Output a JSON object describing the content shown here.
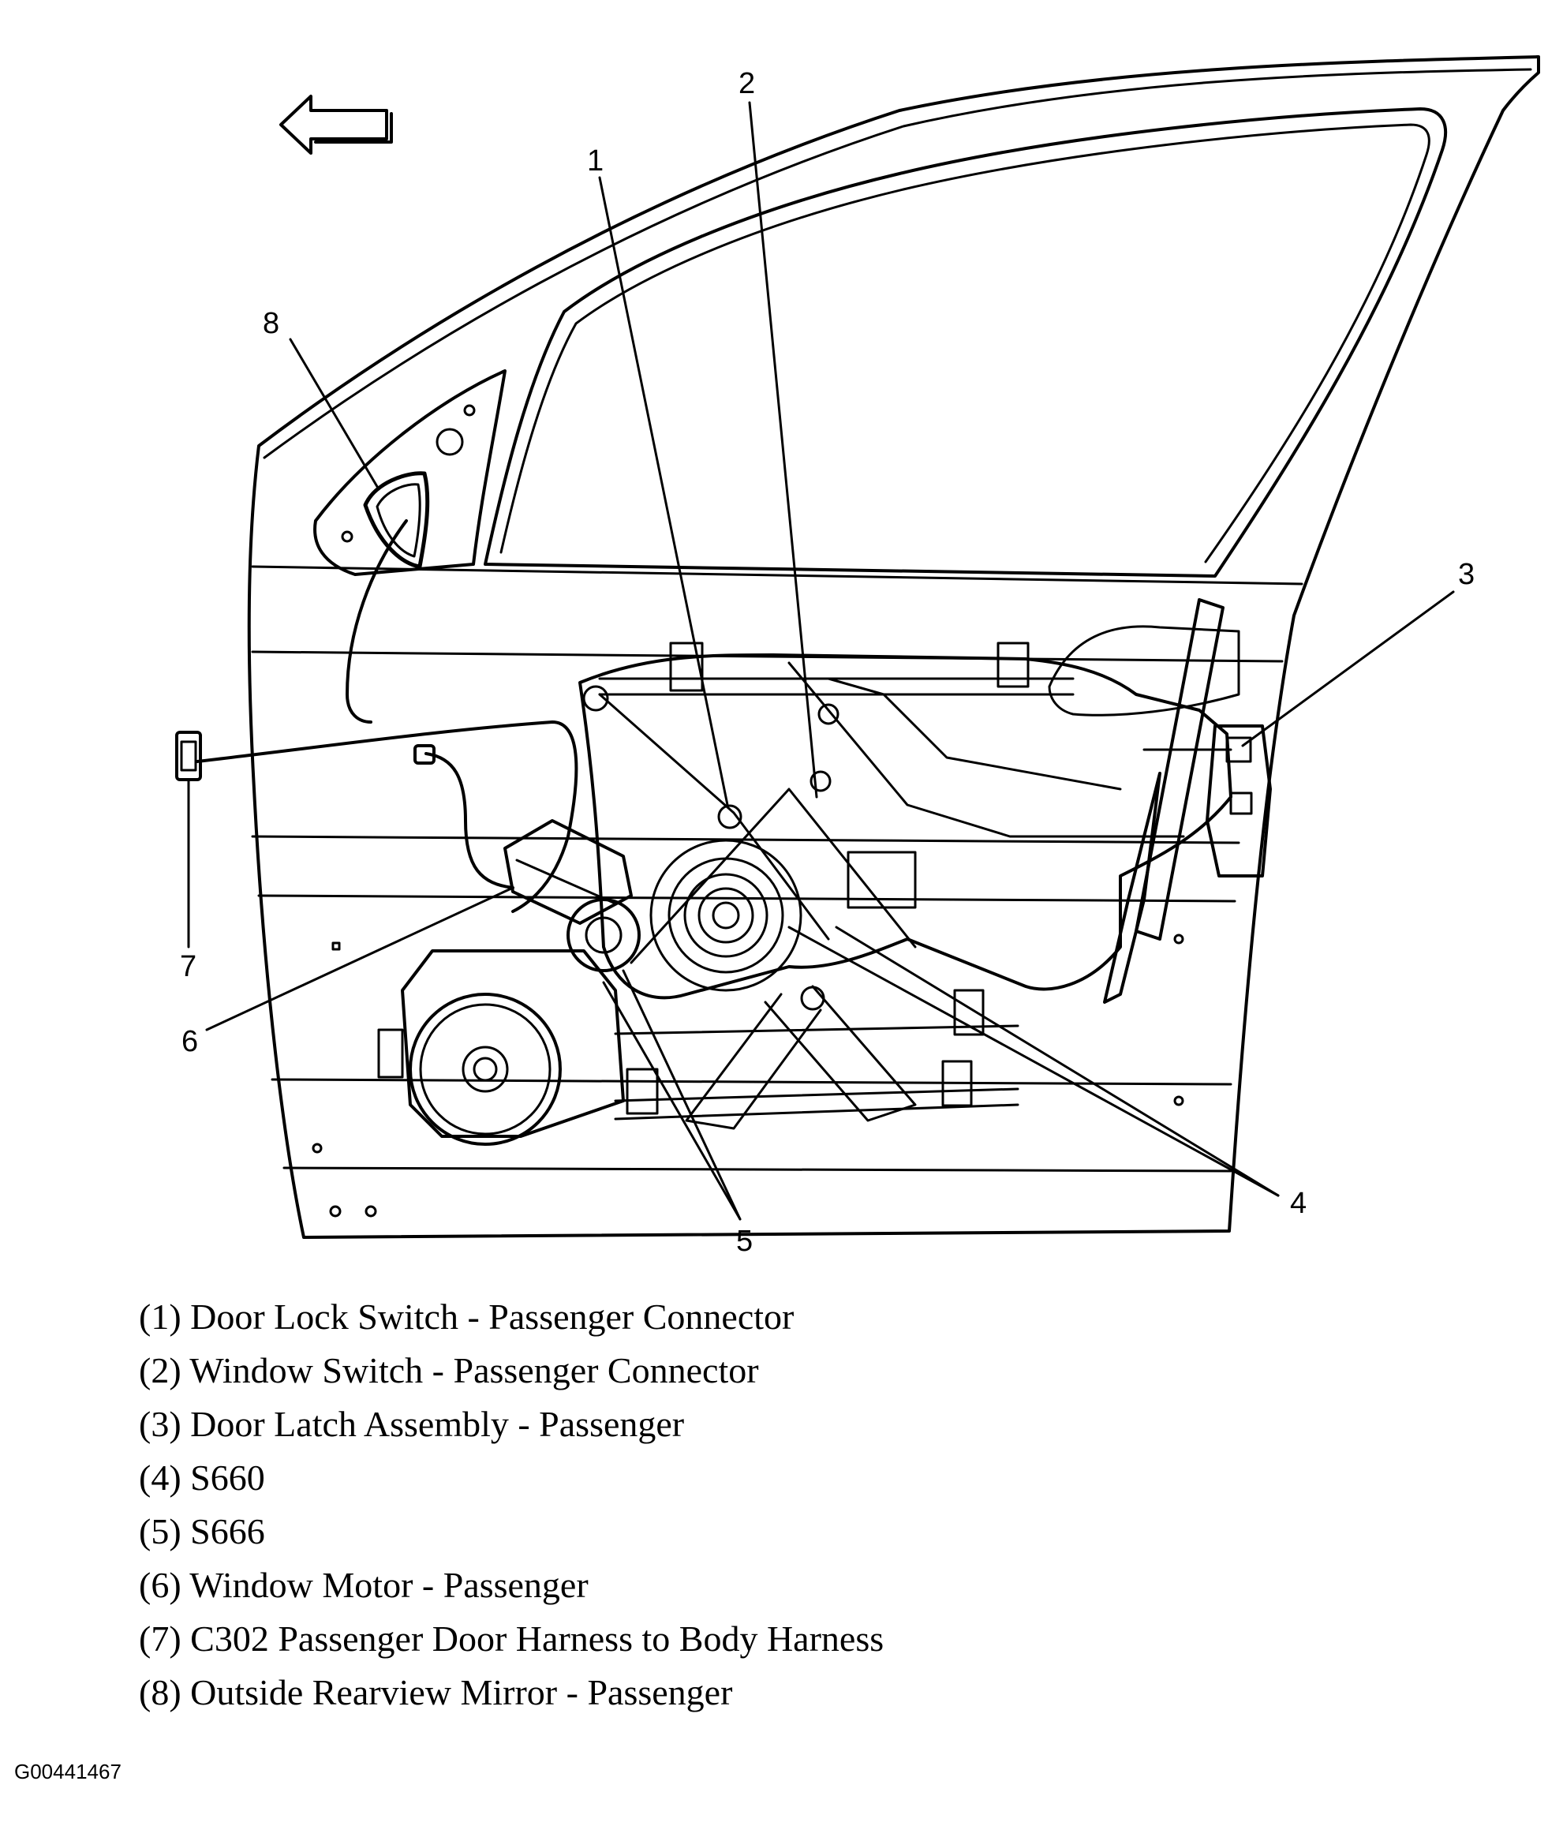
{
  "callouts": [
    "1",
    "2",
    "3",
    "4",
    "5",
    "6",
    "7",
    "8"
  ],
  "legend": [
    "(1) Door Lock Switch - Passenger Connector",
    "(2) Window Switch - Passenger Connector",
    "(3) Door Latch Assembly - Passenger",
    "(4) S660",
    "(5) S666",
    "(6) Window Motor - Passenger",
    "(7) C302 Passenger Door Harness to Body Harness",
    "(8) Outside Rearview Mirror - Passenger"
  ],
  "figure_id": "G00441467",
  "icons": {
    "direction": "left-arrow-icon"
  }
}
